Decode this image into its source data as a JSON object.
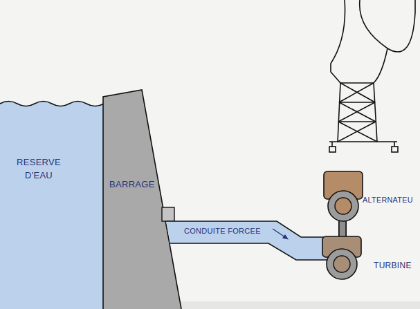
{
  "diagram": {
    "nodes": [
      {
        "text": [
          "RESERVE D'EAU"
        ]
      },
      {
        "text": [
          "BARRAGE"
        ]
      },
      {
        "text": [
          "CONDUITE FORCEE"
        ]
      },
      {
        "text": [
          "ALTERNATEU"
        ]
      },
      {
        "text": [
          "TURBINE"
        ]
      }
    ],
    "edges": [
      {
        "from": 3,
        "to": 4,
        "arrow": "none"
      }
    ]
  }
}
